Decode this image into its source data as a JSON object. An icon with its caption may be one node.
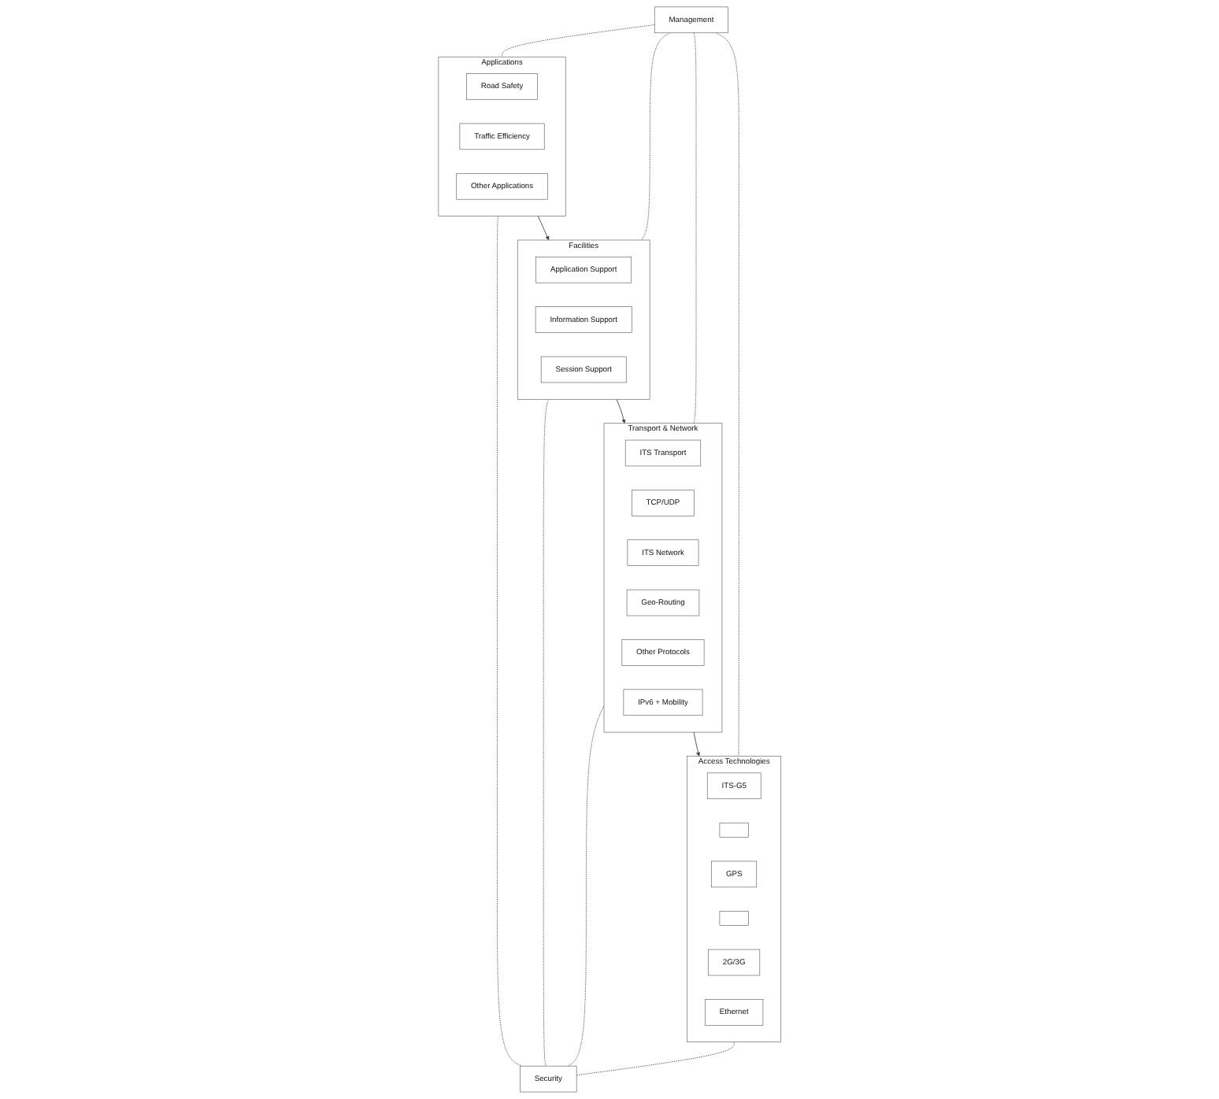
{
  "diagram": {
    "nodes": [
      {
        "text": [
          "Management"
        ]
      },
      {
        "text": [
          "Applications"
        ]
      },
      {
        "text": [
          "Road Safety"
        ],
        "in": 1
      },
      {
        "text": [
          "Traffic Efficiency"
        ],
        "in": 1
      },
      {
        "text": [
          "Other Applications"
        ],
        "in": 1
      },
      {
        "text": [
          "Facilities"
        ]
      },
      {
        "text": [
          "Application Support"
        ],
        "in": 5
      },
      {
        "text": [
          "Information Support"
        ],
        "in": 5
      },
      {
        "text": [
          "Session Support"
        ],
        "in": 5
      },
      {
        "text": [
          "Transport & Network"
        ]
      },
      {
        "text": [
          "ITS Transport"
        ],
        "in": 9
      },
      {
        "text": [
          "TCP/UDP"
        ],
        "in": 9
      },
      {
        "text": [
          "ITS Network"
        ],
        "in": 9
      },
      {
        "text": [
          "Geo-Routing"
        ],
        "in": 9
      },
      {
        "text": [
          "Other Protocols"
        ],
        "in": 9
      },
      {
        "text": [
          "IPv6 + Mobility"
        ],
        "in": 9
      },
      {
        "text": [
          "Access Technologies"
        ]
      },
      {
        "text": [
          "ITS-G5"
        ],
        "in": 16
      },
      {
        "text": [],
        "shape": "box",
        "in": 16
      },
      {
        "text": [
          "GPS"
        ],
        "in": 16
      },
      {
        "text": [],
        "shape": "box",
        "in": 16
      },
      {
        "text": [
          "2G/3G"
        ],
        "in": 16
      },
      {
        "text": [
          "Ethernet"
        ],
        "in": 16
      },
      {
        "text": [
          "Security"
        ]
      }
    ],
    "edges": [
      {
        "from": 0,
        "to": 1,
        "arrow": "none",
        "style": "dashed"
      },
      {
        "from": 1,
        "to": 23,
        "arrow": "none",
        "style": "dashed"
      },
      {
        "from": 1,
        "to": 5,
        "arrow": "to"
      },
      {
        "from": 0,
        "to": 5,
        "arrow": "none",
        "style": "dashed"
      },
      {
        "from": 5,
        "to": 23,
        "arrow": "none",
        "style": "dashed"
      },
      {
        "from": 5,
        "to": 9,
        "arrow": "to"
      },
      {
        "from": 0,
        "to": 9,
        "arrow": "none",
        "style": "dashed"
      },
      {
        "from": 9,
        "to": 23,
        "arrow": "none",
        "style": "dashed"
      },
      {
        "from": 9,
        "to": 16,
        "arrow": "to"
      },
      {
        "from": 0,
        "to": 16,
        "arrow": "none",
        "style": "dashed"
      },
      {
        "from": 16,
        "to": 23,
        "arrow": "none",
        "style": "dashed"
      }
    ]
  }
}
